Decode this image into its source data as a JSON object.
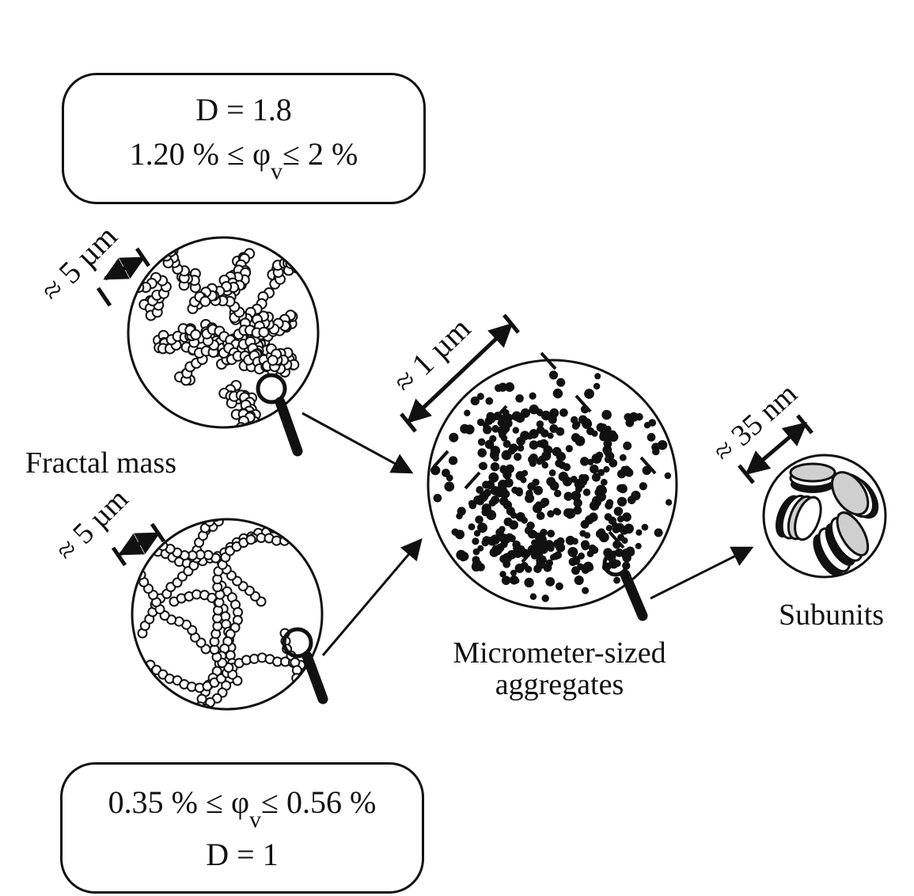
{
  "top_box": {
    "line1": "D = 1.8",
    "line2_left": "1.20 % ≤ φ",
    "line2_sub": "v",
    "line2_right": "≤ 2 %"
  },
  "bottom_box": {
    "line1_left": "0.35 % ≤ φ",
    "line1_sub": "v",
    "line1_right": "≤ 0.56 %",
    "line2": "D = 1"
  },
  "scale_labels": {
    "fractal_top": "≈ 5 µm",
    "fractal_bottom": "≈ 5 µm",
    "aggregate": "≈ 1 µm",
    "subunit": "≈ 35 nm"
  },
  "labels": {
    "fractal_mass": "Fractal mass",
    "aggregates_line1": "Micrometer-sized",
    "aggregates_line2": "aggregates",
    "subunits": "Subunits"
  },
  "colors": {
    "ink": "#111111",
    "background": "#ffffff",
    "disk_fill": "#cfcfcf"
  }
}
